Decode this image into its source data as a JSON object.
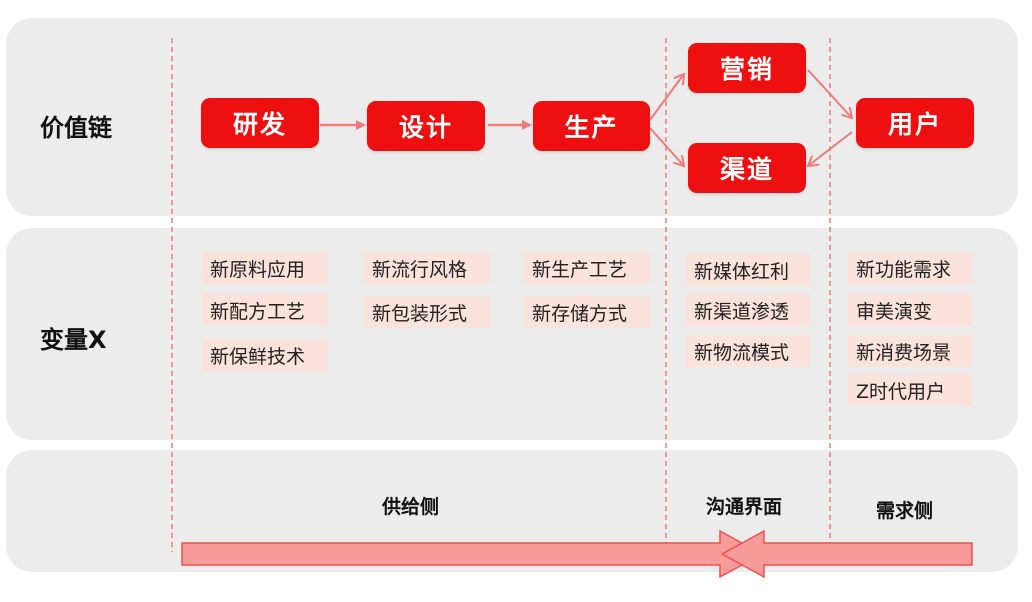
{
  "rows": {
    "value_chain_label": "价值链",
    "variable_label": "变量X"
  },
  "value_chain": {
    "rnd": "研发",
    "design": "设计",
    "production": "生产",
    "marketing": "营销",
    "channel": "渠道",
    "user": "用户"
  },
  "variables": {
    "rnd": [
      "新原料应用",
      "新配方工艺",
      "新保鲜技术"
    ],
    "design": [
      "新流行风格",
      "新包装形式"
    ],
    "production": [
      "新生产工艺",
      "新存储方式"
    ],
    "channel": [
      "新媒体红利",
      "新渠道渗透",
      "新物流模式"
    ],
    "user": [
      "新功能需求",
      "审美演变",
      "新消费场景",
      "Z时代用户"
    ]
  },
  "sides": {
    "supply": "供给侧",
    "interface": "沟通界面",
    "demand": "需求侧"
  },
  "colors": {
    "node": "#ee1010",
    "tag_bg": "#fbe2db",
    "band_bg": "#ececec",
    "arrow": "#f07a7a",
    "dashed": "#f07a7a"
  }
}
